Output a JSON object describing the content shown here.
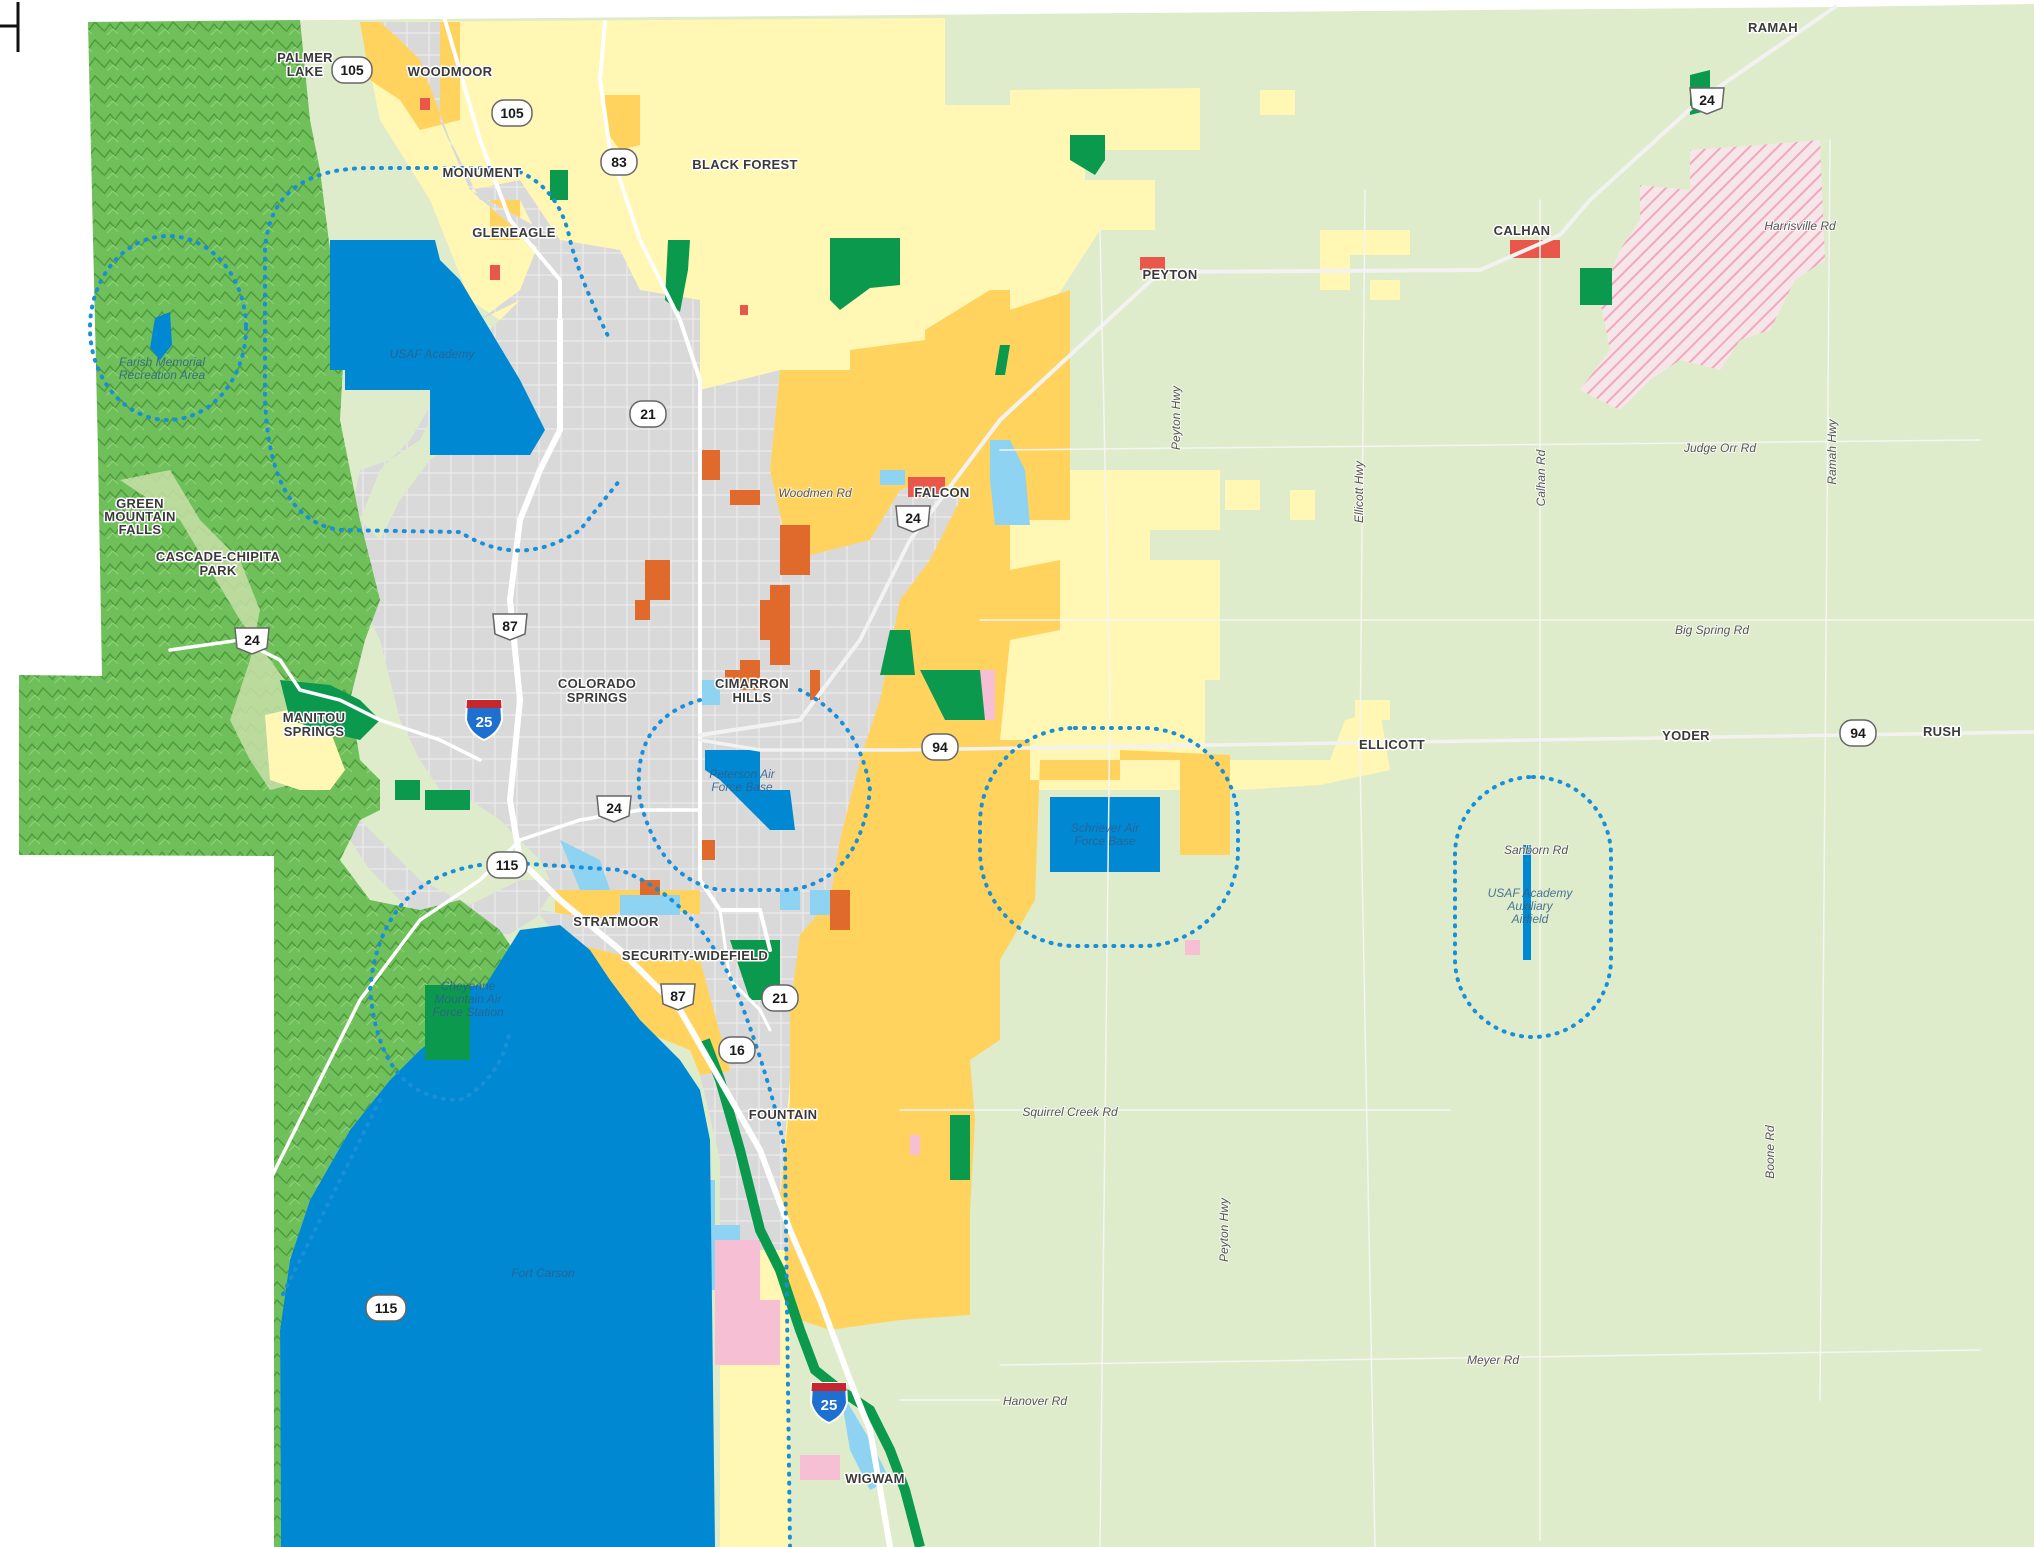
{
  "colors": {
    "mountain": "#6fbf5a",
    "rural": "#dfeccb",
    "lowDensity": "#fff7b3",
    "medium": "#ffd35e",
    "urban": "#d9d9d9",
    "military": "#0089d2",
    "militaryLight": "#8fd3f2",
    "parks": "#0b9a4d",
    "commercial": "#e06a2b",
    "industrialPink": "#f6bfd3",
    "town": "#e8574a",
    "zone": "#1a8fd6",
    "interstate": "#1f6fd1",
    "interstateTop": "#c7262c"
  },
  "places": [
    {
      "id": "palmer-lake",
      "lines": [
        "PALMER",
        "LAKE"
      ]
    },
    {
      "id": "woodmoor",
      "lines": [
        "WOODMOOR"
      ]
    },
    {
      "id": "monument",
      "lines": [
        "MONUMENT"
      ]
    },
    {
      "id": "gleneagle",
      "lines": [
        "GLENEAGLE"
      ]
    },
    {
      "id": "black-forest",
      "lines": [
        "BLACK FOREST"
      ]
    },
    {
      "id": "peyton",
      "lines": [
        "PEYTON"
      ]
    },
    {
      "id": "calhan",
      "lines": [
        "CALHAN"
      ]
    },
    {
      "id": "ramah",
      "lines": [
        "RAMAH"
      ]
    },
    {
      "id": "falcon",
      "lines": [
        "FALCON"
      ]
    },
    {
      "id": "green-mountain-falls",
      "lines": [
        "GREEN",
        "MOUNTAIN",
        "FALLS"
      ]
    },
    {
      "id": "cascade-chipita-park",
      "lines": [
        "CASCADE-CHIPITA",
        "PARK"
      ]
    },
    {
      "id": "colorado-springs",
      "lines": [
        "COLORADO",
        "SPRINGS"
      ]
    },
    {
      "id": "cimarron-hills",
      "lines": [
        "CIMARRON",
        "HILLS"
      ]
    },
    {
      "id": "manitou-springs",
      "lines": [
        "MANITOU",
        "SPRINGS"
      ]
    },
    {
      "id": "ellicott",
      "lines": [
        "ELLICOTT"
      ]
    },
    {
      "id": "yoder",
      "lines": [
        "YODER"
      ]
    },
    {
      "id": "rush",
      "lines": [
        "RUSH"
      ]
    },
    {
      "id": "stratmoor",
      "lines": [
        "STRATMOOR"
      ]
    },
    {
      "id": "security-widefield",
      "lines": [
        "SECURITY-WIDEFIELD"
      ]
    },
    {
      "id": "fountain",
      "lines": [
        "FOUNTAIN"
      ]
    },
    {
      "id": "wigwam",
      "lines": [
        "WIGWAM"
      ]
    }
  ],
  "roads": [
    {
      "id": "harrisville-rd",
      "label": "Harrisville Rd"
    },
    {
      "id": "judge-orr-rd",
      "label": "Judge Orr Rd"
    },
    {
      "id": "big-spring-rd",
      "label": "Big Spring Rd"
    },
    {
      "id": "woodmen-rd",
      "label": "Woodmen Rd"
    },
    {
      "id": "sanborn-rd",
      "label": "Sanborn Rd"
    },
    {
      "id": "squirrel-creek-rd",
      "label": "Squirrel Creek Rd"
    },
    {
      "id": "meyer-rd",
      "label": "Meyer Rd"
    },
    {
      "id": "hanover-rd",
      "label": "Hanover Rd"
    },
    {
      "id": "peyton-hwy-north",
      "label": "Peyton Hwy"
    },
    {
      "id": "ellicott-hwy",
      "label": "Ellicott Hwy"
    },
    {
      "id": "calhan-rd",
      "label": "Calhan Rd"
    },
    {
      "id": "ramah-hwy",
      "label": "Ramah Hwy"
    },
    {
      "id": "peyton-hwy-south",
      "label": "Peyton Hwy"
    },
    {
      "id": "boone-rd",
      "label": "Boone Rd"
    }
  ],
  "facilities": [
    {
      "id": "usaf-academy",
      "lines": [
        "USAF Academy"
      ]
    },
    {
      "id": "farish-memorial",
      "lines": [
        "Farish Memorial",
        "Recreation Area"
      ]
    },
    {
      "id": "peterson-afb",
      "lines": [
        "Peterson Air",
        "Force Base"
      ]
    },
    {
      "id": "schriever-afb",
      "lines": [
        "Schriever Air",
        "Force Base"
      ]
    },
    {
      "id": "auxiliary-airfield",
      "lines": [
        "USAF Academy",
        "Auxiliary",
        "Airfield"
      ]
    },
    {
      "id": "cheyenne-mountain",
      "lines": [
        "Cheyenne",
        "Mountain Air",
        "Force Station"
      ]
    },
    {
      "id": "fort-carson",
      "lines": [
        "Fort Carson"
      ]
    }
  ],
  "shields": [
    {
      "id": "co-105-north",
      "number": "105"
    },
    {
      "id": "co-105-east",
      "number": "105"
    },
    {
      "id": "co-83",
      "number": "83"
    },
    {
      "id": "us-24-ne",
      "number": "24"
    },
    {
      "id": "co-21-north",
      "number": "21"
    },
    {
      "id": "us-24-falcon",
      "number": "24"
    },
    {
      "id": "us-24-west",
      "number": "24"
    },
    {
      "id": "us-87-north",
      "number": "87"
    },
    {
      "id": "co-94-west",
      "number": "94"
    },
    {
      "id": "co-94-east",
      "number": "94"
    },
    {
      "id": "us-24-central",
      "number": "24"
    },
    {
      "id": "co-115-north",
      "number": "115"
    },
    {
      "id": "us-87-south",
      "number": "87"
    },
    {
      "id": "co-21-south",
      "number": "21"
    },
    {
      "id": "co-16",
      "number": "16"
    },
    {
      "id": "co-115-south",
      "number": "115"
    }
  ],
  "interstates": [
    {
      "id": "i25-north",
      "number": "25"
    },
    {
      "id": "i25-south",
      "number": "25"
    }
  ]
}
